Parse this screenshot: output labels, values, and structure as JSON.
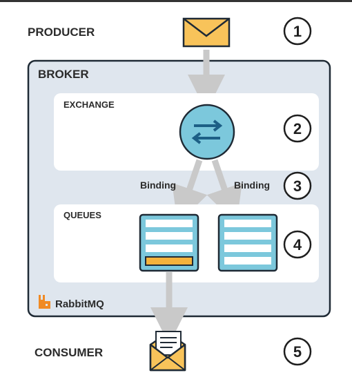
{
  "labels": {
    "producer": "PRODUCER",
    "broker": "BROKER",
    "exchange": "EXCHANGE",
    "binding_left": "Binding",
    "binding_right": "Binding",
    "queues": "QUEUES",
    "consumer": "CONSUMER",
    "brand": "RabbitMQ"
  },
  "steps": [
    "1",
    "2",
    "3",
    "4",
    "5"
  ],
  "colors": {
    "broker_bg": "#dfe6ee",
    "panel_bg": "#ffffff",
    "outline": "#1f2a35",
    "arrow": "#c9c9c9",
    "exchange_fill": "#7cc8dc",
    "exchange_arrows": "#1d5f86",
    "queue_fill": "#7cc8dc",
    "queue_slot": "#ffffff",
    "message_highlight": "#f5b23c",
    "envelope": "#f8c35a",
    "brand_orange": "#f08a24"
  },
  "icons": {
    "producer": "envelope-icon",
    "exchange": "exchange-swap-icon",
    "queue": "queue-stack-icon",
    "consumer": "open-envelope-icon",
    "brand": "rabbitmq-logo-icon"
  }
}
